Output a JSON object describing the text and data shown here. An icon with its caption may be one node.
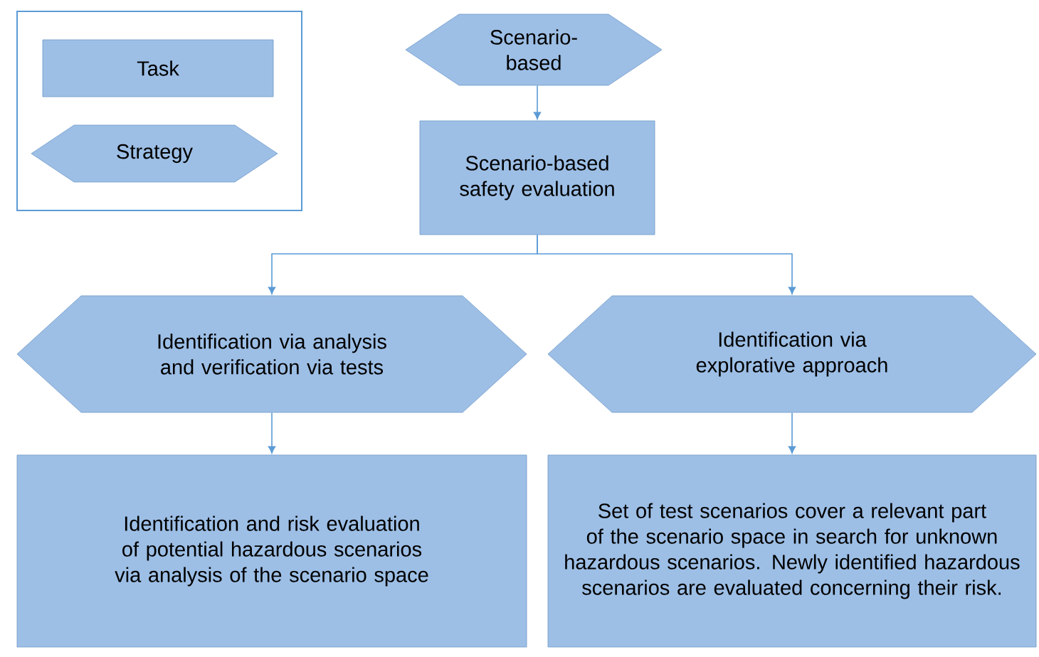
{
  "diagram": {
    "nodes": [
      {
        "text": [
          "Scenario-based"
        ]
      },
      {
        "text": [
          "Scenario-based safety evaluation"
        ]
      },
      {
        "text": [
          "Identification via analysis and verification via tests"
        ]
      },
      {
        "text": [
          "Identification via explorative approach"
        ]
      },
      {
        "text": [
          "Identification and risk evaluation of potential hazardous scenarios via analysis of the scenario space"
        ]
      },
      {
        "text": [
          "Set of test scenarios cover a relevant part of the scenario space in search for unknown hazardous scenarios. Newly identified hazardous scenarios are evaluated concerning their risk."
        ]
      }
    ],
    "edges": [
      {
        "from": 0,
        "to": 1,
        "arrow": "to"
      },
      {
        "from": 1,
        "to": 2,
        "arrow": "to"
      },
      {
        "from": 1,
        "to": 3,
        "arrow": "to"
      },
      {
        "from": 2,
        "to": 4,
        "arrow": "to"
      },
      {
        "from": 3,
        "to": 5,
        "arrow": "to"
      }
    ],
    "legend": [
      {
        "text": "Task"
      },
      {
        "text": "Strategy"
      }
    ]
  }
}
